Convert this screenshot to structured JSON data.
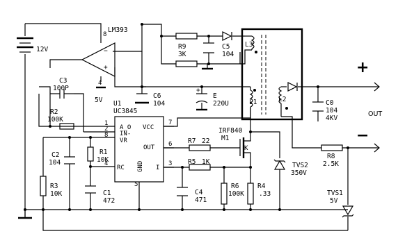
{
  "components": {
    "battery": {
      "value": "12V"
    },
    "comparator": {
      "name": "LM393",
      "pin_top": "8",
      "pin_bottom": "4",
      "minus": "−",
      "plus": "+"
    },
    "r9": {
      "ref": "R9",
      "value": "3K"
    },
    "c5": {
      "ref": "C5",
      "value": "104"
    },
    "l3": {
      "ref": "L3"
    },
    "l1": {
      "ref": "L1"
    },
    "l2": {
      "ref": "L2"
    },
    "c3": {
      "ref": "C3",
      "value": "100P"
    },
    "c6": {
      "ref": "C6",
      "value": "104"
    },
    "e": {
      "ref": "E",
      "value": "220U"
    },
    "r2": {
      "ref": "R2",
      "value": "100K"
    },
    "c0": {
      "ref": "C0",
      "value": "104",
      "rating": "4KV"
    },
    "u1": {
      "ref": "U1",
      "name": "UC3845",
      "pins": {
        "a_o": "A_O",
        "in": "IN-",
        "vr": "VR",
        "rc": "RC",
        "vcc": "VCC",
        "out": "OUT",
        "i": "I",
        "gnd": "GND"
      },
      "pin_numbers": {
        "p1": "1",
        "p2": "2",
        "p8": "8",
        "p4": "4",
        "p7": "7",
        "p6": "6",
        "p3": "3",
        "p5": "5"
      }
    },
    "supply_5v": {
      "label": "5V"
    },
    "c2": {
      "ref": "C2",
      "value": "104"
    },
    "r1": {
      "ref": "R1",
      "value": "10K"
    },
    "r7": {
      "ref": "R7",
      "value": "22"
    },
    "r5": {
      "ref": "R5",
      "value": "1K"
    },
    "m1": {
      "part": "IRF840",
      "ref": "M1",
      "gate": "K"
    },
    "tvs2": {
      "ref": "TVS2",
      "value": "350V"
    },
    "r8": {
      "ref": "R8",
      "value": "2.5K"
    },
    "r3": {
      "ref": "R3",
      "value": "10K"
    },
    "c1": {
      "ref": "C1",
      "value": "472"
    },
    "c4": {
      "ref": "C4",
      "value": "471"
    },
    "r6": {
      "ref": "R6",
      "value": "100K"
    },
    "r4": {
      "ref": "R4",
      "value": ".33"
    },
    "tvs1": {
      "ref": "TVS1",
      "value": "5V"
    }
  },
  "output": {
    "plus": "+",
    "minus": "−",
    "label": "OUT"
  }
}
